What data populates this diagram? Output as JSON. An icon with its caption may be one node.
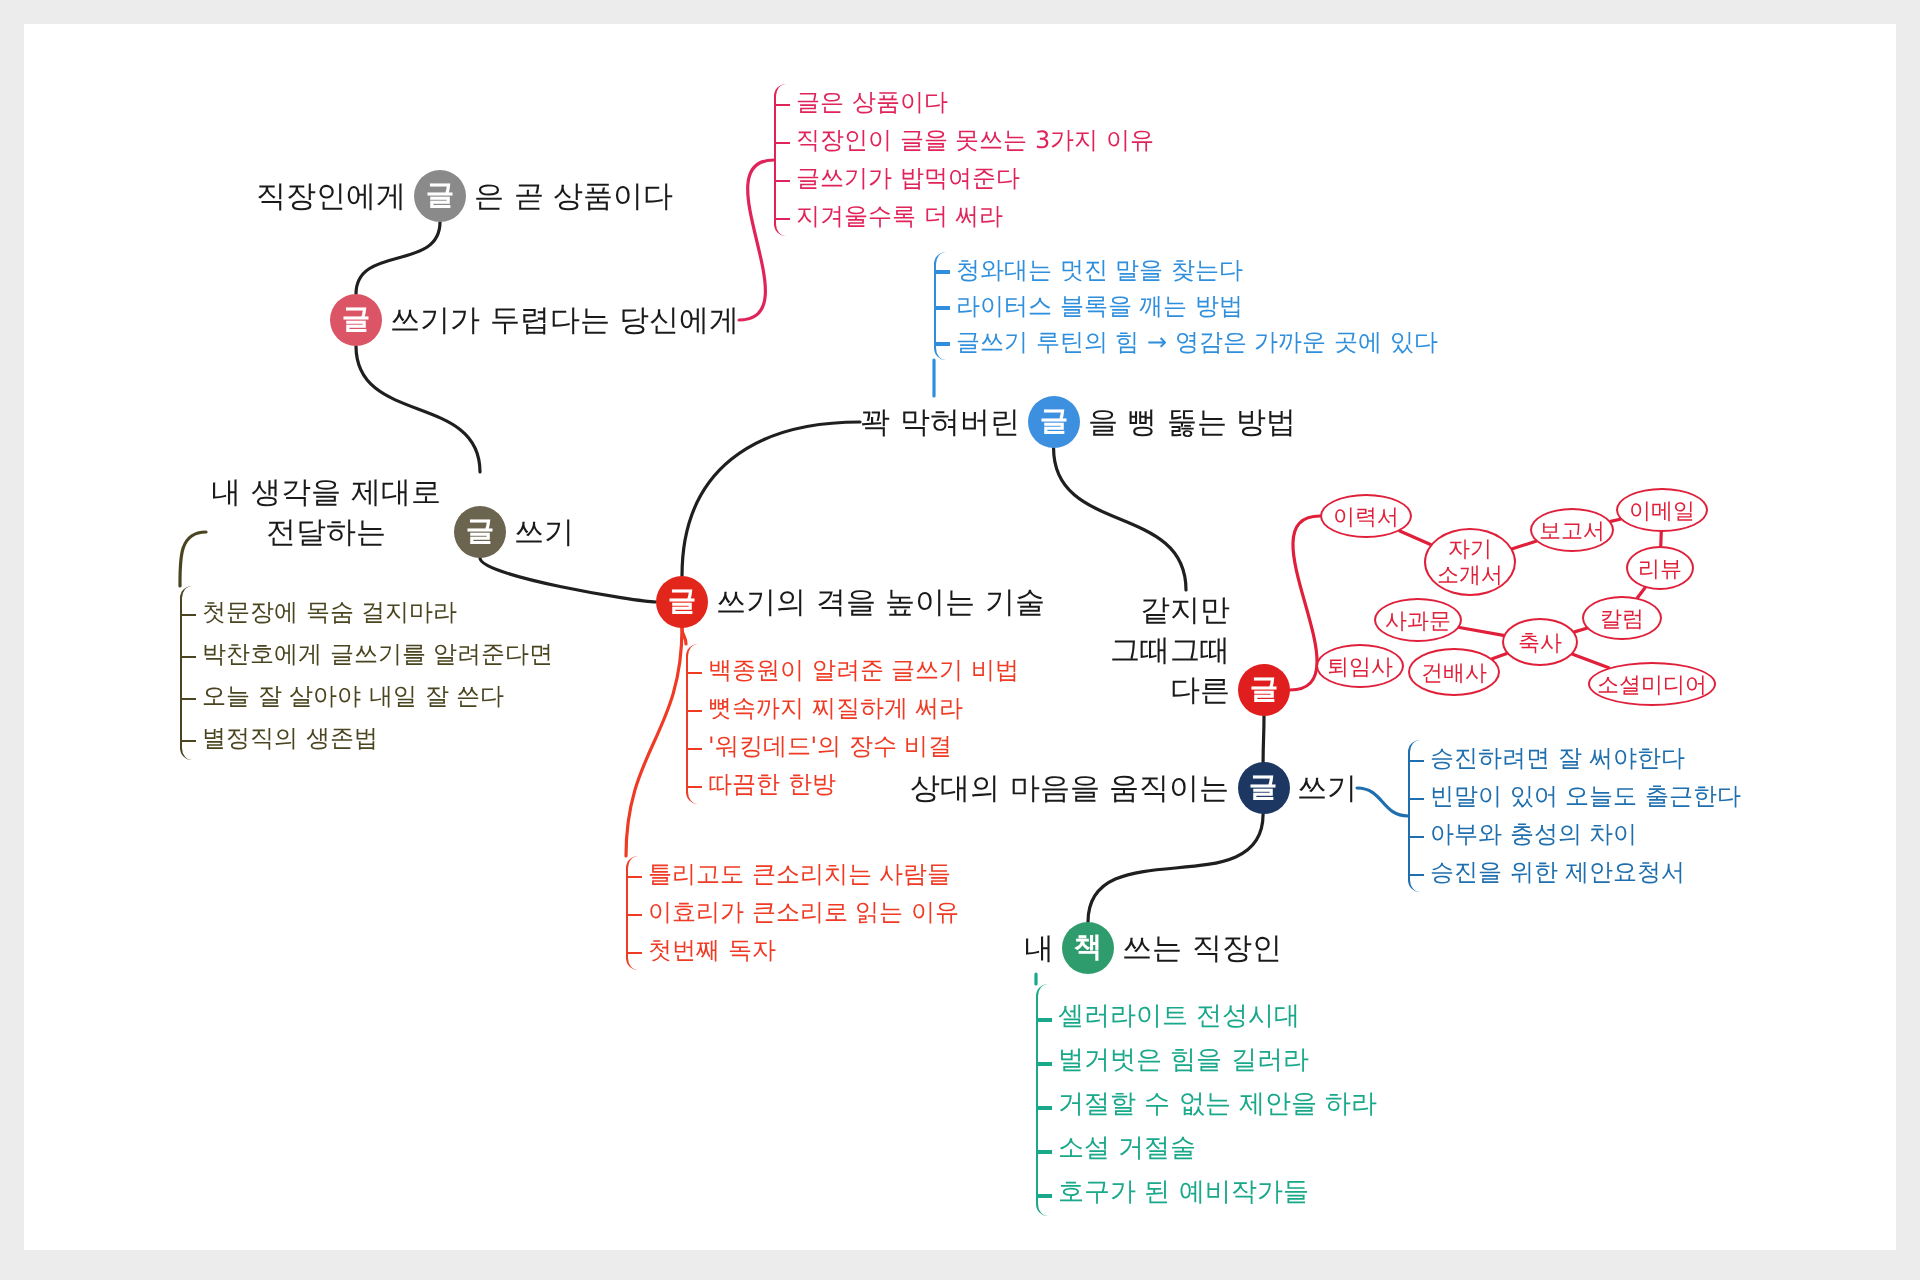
{
  "diagram": {
    "nodes": [
      {
        "text": [
          "글"
        ],
        "beside": [
          "직장인에게",
          "은 곧 상품이다"
        ]
      },
      {
        "text": [
          "글"
        ],
        "beside": [
          "쓰기가 두렵다는 당신에게"
        ]
      },
      {
        "text": [
          "글은 상품이다",
          "직장인이 글을 못쓰는 3가지 이유",
          "글쓰기가 밥먹여준다",
          "지겨울수록 더 써라"
        ]
      },
      {
        "text": [
          "글"
        ],
        "beside": [
          "내 생각을 제대로 전달하는",
          "쓰기"
        ]
      },
      {
        "text": [
          "첫문장에 목숨 걸지마라",
          "박찬호에게 글쓰기를 알려준다면",
          "오늘 잘 살아야 내일 잘 쓴다",
          "별정직의 생존법"
        ]
      },
      {
        "text": [
          "글"
        ],
        "beside": [
          "쓰기의 격을 높이는 기술"
        ]
      },
      {
        "text": [
          "백종원이 알려준 글쓰기 비법",
          "뼛속까지 찌질하게 써라",
          "'워킹데드'의 장수 비결",
          "따끔한 한방"
        ]
      },
      {
        "text": [
          "틀리고도 큰소리치는 사람들",
          "이효리가 큰소리로 읽는 이유",
          "첫번째 독자"
        ]
      },
      {
        "text": [
          "글"
        ],
        "beside": [
          "꽉 막혀버린",
          "을 뻥 뚫는 방법"
        ]
      },
      {
        "text": [
          "청와대는 멋진 말을 찾는다",
          "라이터스 블록을 깨는 방법",
          "글쓰기 루틴의 힘 → 영감은 가까운 곳에 있다"
        ]
      },
      {
        "text": [
          "글"
        ],
        "beside": [
          "같지만 그때그때 다른"
        ]
      },
      {
        "text": [
          "이력서"
        ]
      },
      {
        "text": [
          "자기 소개서"
        ]
      },
      {
        "text": [
          "보고서"
        ]
      },
      {
        "text": [
          "이메일"
        ]
      },
      {
        "text": [
          "리뷰"
        ]
      },
      {
        "text": [
          "칼럼"
        ]
      },
      {
        "text": [
          "사과문"
        ]
      },
      {
        "text": [
          "축사"
        ]
      },
      {
        "text": [
          "퇴임사"
        ]
      },
      {
        "text": [
          "건배사"
        ]
      },
      {
        "text": [
          "소셜미디어"
        ]
      },
      {
        "text": [
          "글"
        ],
        "beside": [
          "상대의 마음을 움직이는",
          "쓰기"
        ]
      },
      {
        "text": [
          "승진하려면 잘 써야한다",
          "빈말이 있어 오늘도 출근한다",
          "아부와 충성의 차이",
          "승진을 위한 제안요청서"
        ]
      },
      {
        "text": [
          "책"
        ],
        "beside": [
          "내",
          "쓰는 직장인"
        ]
      },
      {
        "text": [
          "셀러라이트 전성시대",
          "벌거벗은 힘을 길러라",
          "거절할 수 없는 제안을 하라",
          "소설 거절술",
          "호구가 된 예비작가들"
        ]
      }
    ],
    "edges": [
      {
        "from": 0,
        "to": 1,
        "arrow": "none",
        "color": "#1f1f1f"
      },
      {
        "from": 1,
        "to": 2,
        "arrow": "none",
        "color": "#e0245a"
      },
      {
        "from": 1,
        "to": 3,
        "arrow": "none",
        "color": "#1f1f1f"
      },
      {
        "from": 3,
        "to": 4,
        "arrow": "none",
        "color": "#4a4520"
      },
      {
        "from": 3,
        "to": 5,
        "arrow": "none",
        "color": "#1f1f1f"
      },
      {
        "from": 5,
        "to": 6,
        "arrow": "none",
        "color": "#ef3a24"
      },
      {
        "from": 5,
        "to": 7,
        "arrow": "none",
        "color": "#ef3a24"
      },
      {
        "from": 5,
        "to": 8,
        "arrow": "none",
        "color": "#1f1f1f"
      },
      {
        "from": 8,
        "to": 9,
        "arrow": "none",
        "color": "#2f8fdc"
      },
      {
        "from": 8,
        "to": 10,
        "arrow": "none",
        "color": "#1f1f1f"
      },
      {
        "from": 10,
        "to": 11,
        "arrow": "none",
        "color": "#e0203a"
      },
      {
        "from": 11,
        "to": 12,
        "arrow": "none",
        "color": "#e0203a"
      },
      {
        "from": 12,
        "to": 13,
        "arrow": "none",
        "color": "#e0203a"
      },
      {
        "from": 13,
        "to": 14,
        "arrow": "none",
        "color": "#e0203a"
      },
      {
        "from": 14,
        "to": 15,
        "arrow": "none",
        "color": "#e0203a"
      },
      {
        "from": 15,
        "to": 16,
        "arrow": "none",
        "color": "#e0203a"
      },
      {
        "from": 16,
        "to": 18,
        "arrow": "none",
        "color": "#e0203a"
      },
      {
        "from": 18,
        "to": 21,
        "arrow": "none",
        "color": "#e0203a"
      },
      {
        "from": 17,
        "to": 18,
        "arrow": "none",
        "color": "#e0203a"
      },
      {
        "from": 18,
        "to": 20,
        "arrow": "none",
        "color": "#e0203a"
      },
      {
        "from": 10,
        "to": 22,
        "arrow": "none",
        "color": "#1f1f1f"
      },
      {
        "from": 22,
        "to": 23,
        "arrow": "none",
        "color": "#1f6fae"
      },
      {
        "from": 22,
        "to": 24,
        "arrow": "none",
        "color": "#1f1f1f"
      },
      {
        "from": 24,
        "to": 25,
        "arrow": "none",
        "color": "#19a88a"
      }
    ]
  }
}
